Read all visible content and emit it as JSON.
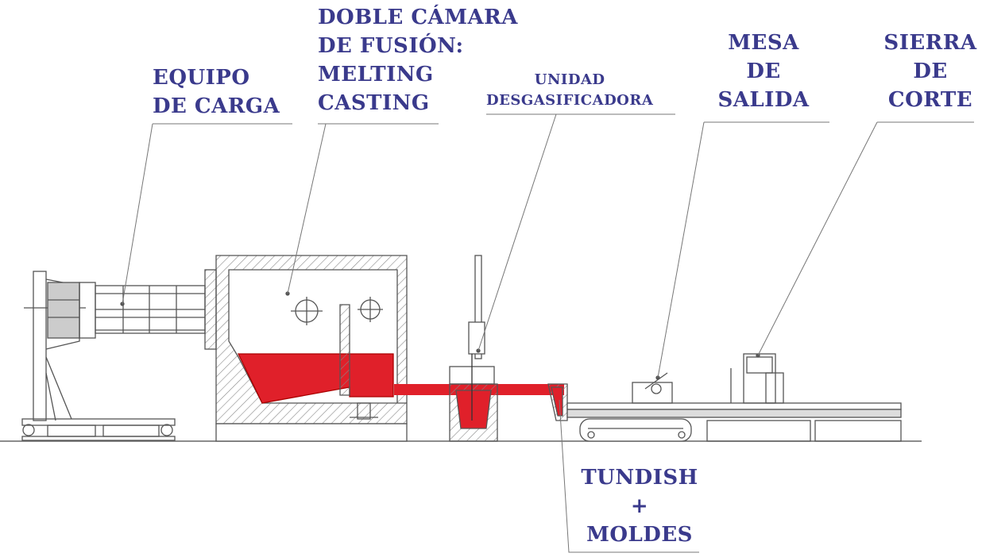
{
  "labels": {
    "equipo_de_carga": [
      "EQUIPO",
      "DE CARGA"
    ],
    "doble_camara": [
      "DOBLE CÁMARA",
      "DE FUSIÓN:",
      "MELTING",
      "CASTING"
    ],
    "unidad_desgasificadora": [
      "UNIDAD",
      "DESGASIFICADORA"
    ],
    "mesa_de_salida": [
      "MESA",
      "DE",
      "SALIDA"
    ],
    "sierra_de_corte": [
      "SIERRA",
      "DE",
      "CORTE"
    ],
    "tundish_moldes": [
      "TUNDISH",
      "+",
      "MOLDES"
    ]
  },
  "colors": {
    "label": "#3a3a8c",
    "metal": "#e0202a",
    "line": "#555555",
    "hatch": "#777777"
  }
}
